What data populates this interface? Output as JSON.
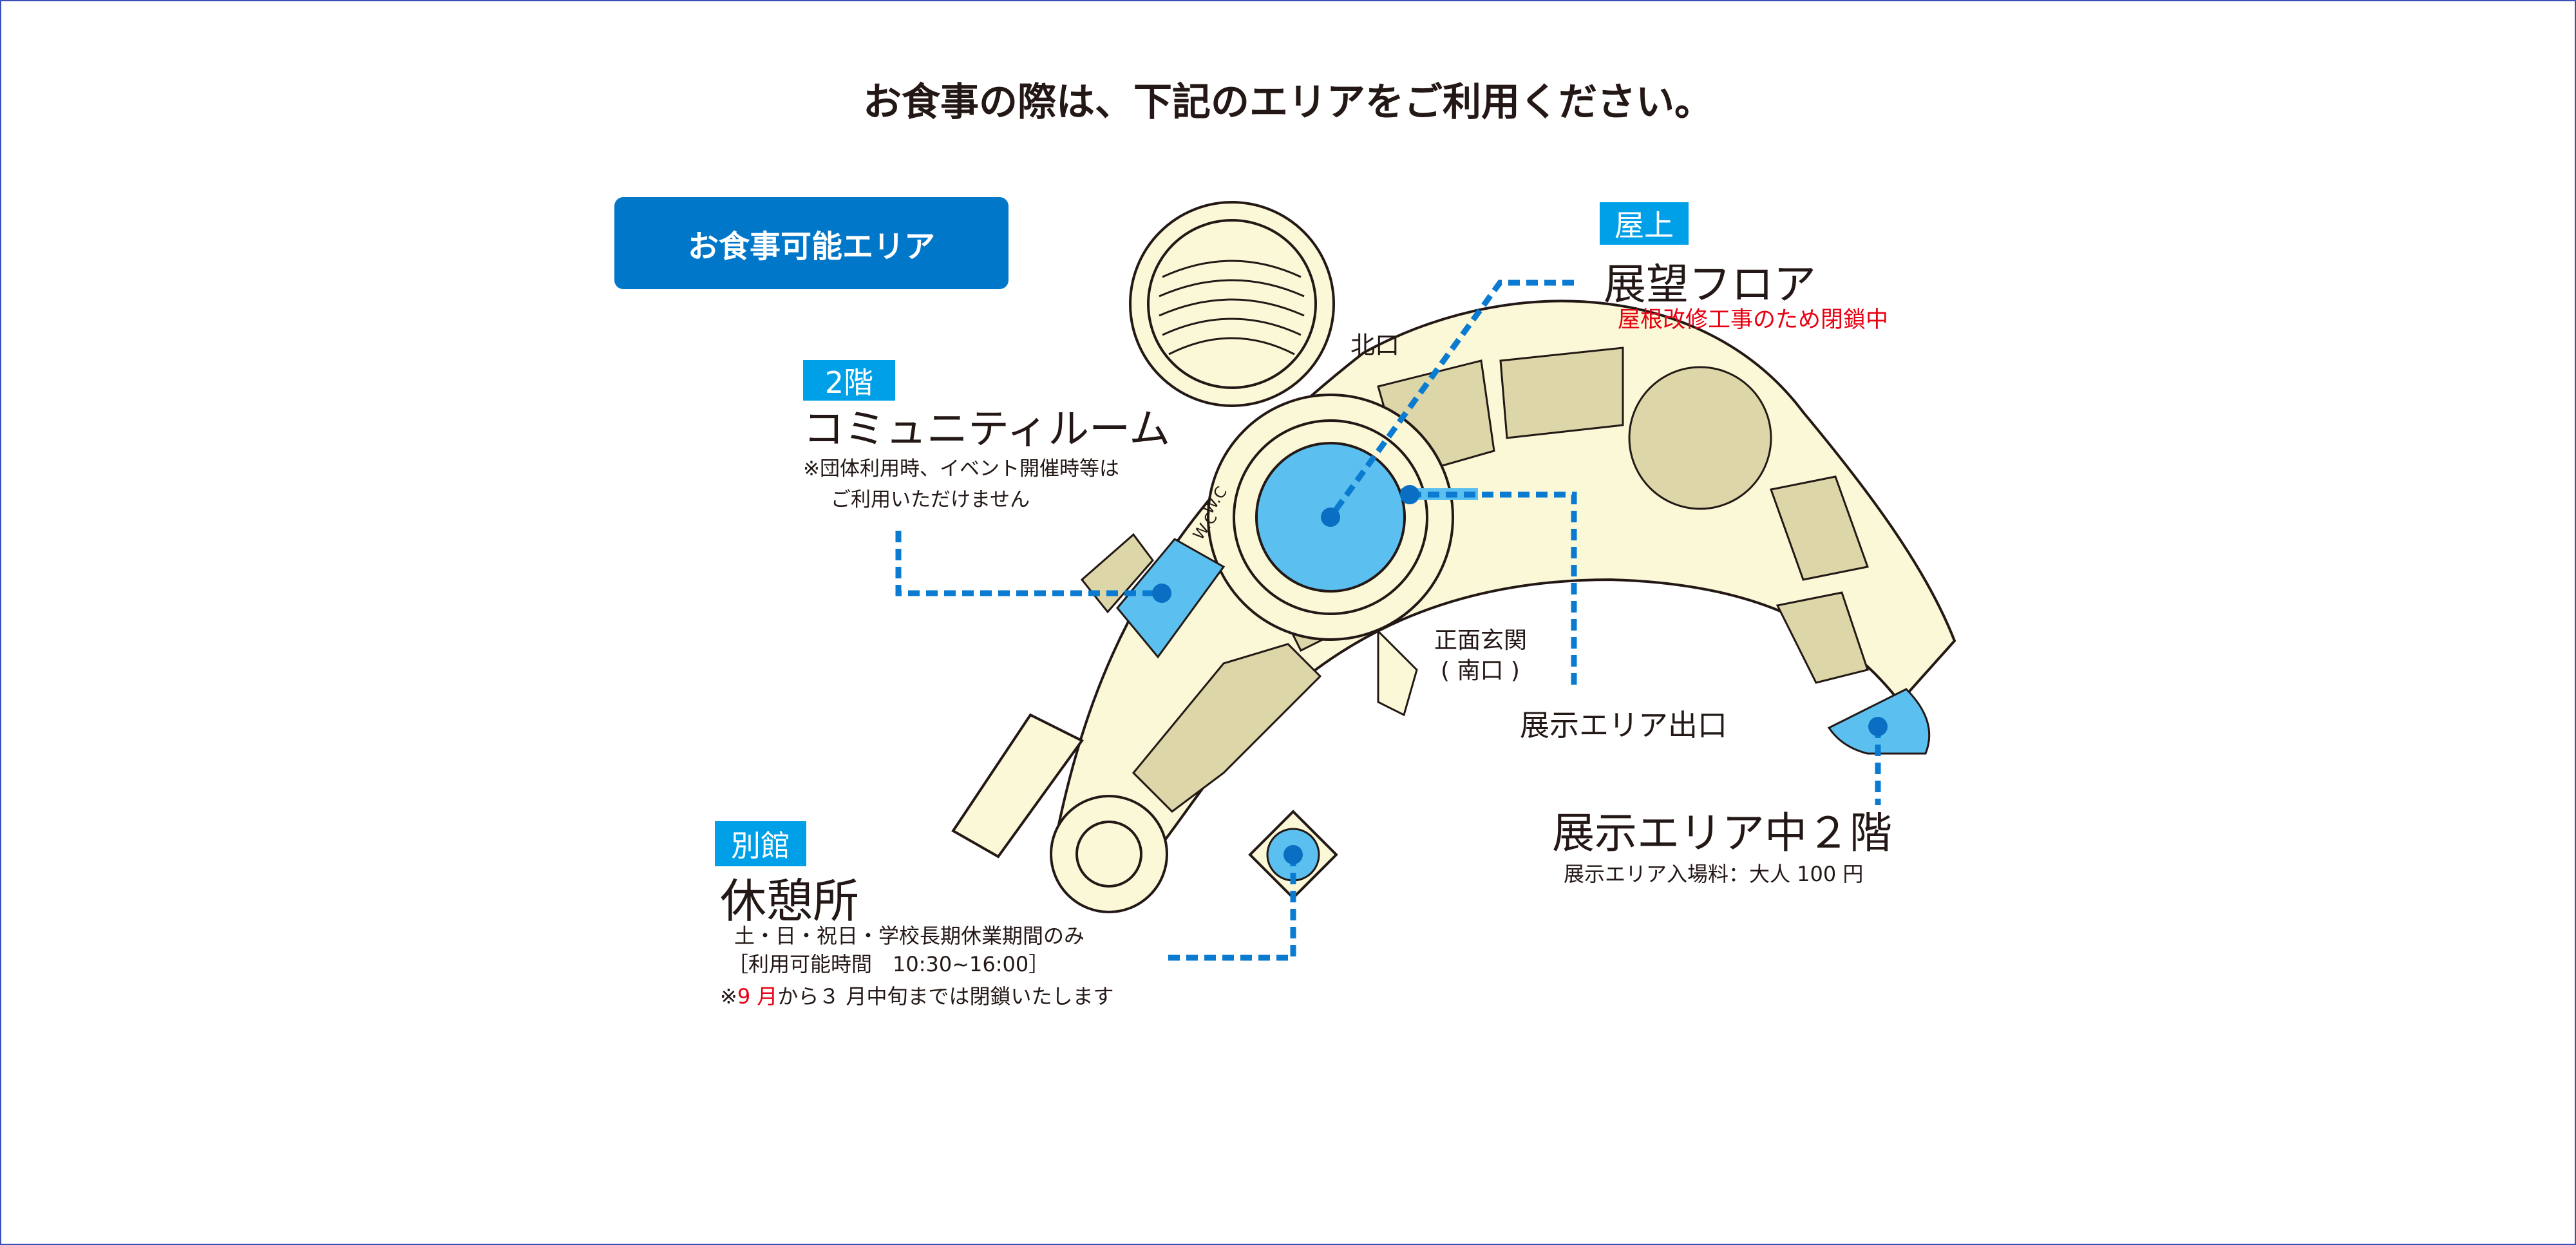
{
  "title": "お食事の際は、下記のエリアをご利用ください。",
  "eating_area_button": "お食事可能エリア",
  "community_room": {
    "floor_tag": "2階",
    "name": "コミュニティルーム",
    "note_line1": "※団体利用時、イベント開催時等は",
    "note_line2": "ご利用いただけません"
  },
  "observation": {
    "floor_tag": "屋上",
    "name": "展望フロア",
    "status": "屋根改修工事のため閉鎖中"
  },
  "map_labels": {
    "north_exit": "北口",
    "main_entrance": "正面玄関",
    "south_exit": "( 南口 )",
    "exhibit_exit": "展示エリア出口",
    "wc1": "W.C",
    "wc2": "W.C"
  },
  "mezzanine": {
    "name": "展示エリア中２階",
    "fee": "展示エリア入場料：大人 100 円"
  },
  "annex": {
    "floor_tag": "別館",
    "name": "休憩所",
    "line1": "土・日・祝日・学校長期休業期間のみ",
    "line2": "［利用可能時間　10:30~16:00］",
    "line3_prefix": "※",
    "line3_red": "9 月",
    "line3_suffix": "から３ 月中旬までは閉鎖いたします"
  },
  "colors": {
    "accent": "#0077c8",
    "tag": "#00a0e9",
    "highlight": "#5bc0f0",
    "building": "#fbf8d8",
    "room": "#dcd6a8",
    "warning": "#e60012"
  }
}
